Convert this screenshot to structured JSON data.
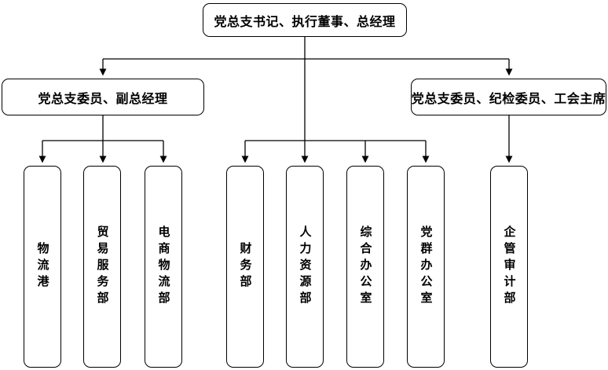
{
  "org_chart": {
    "root": {
      "label": "党总支书记、执行董事、总经理"
    },
    "managers": [
      {
        "id": "deputy-general-manager",
        "label": "党总支委员、副总经理"
      },
      {
        "id": "discipline-union-chairman",
        "label": "党总支委员、纪检委员、工会主席"
      }
    ],
    "departments": [
      {
        "id": "logistics-port",
        "label": "物流港",
        "parent": "deputy-general-manager"
      },
      {
        "id": "trade-service",
        "label": "贸易服务部",
        "parent": "deputy-general-manager"
      },
      {
        "id": "ecommerce-logistics",
        "label": "电商物流部",
        "parent": "deputy-general-manager"
      },
      {
        "id": "finance",
        "label": "财务部",
        "parent": "root"
      },
      {
        "id": "human-resources",
        "label": "人力资源部",
        "parent": "root"
      },
      {
        "id": "general-office",
        "label": "综合办公室",
        "parent": "root"
      },
      {
        "id": "party-masses-office",
        "label": "党群办公室",
        "parent": "root"
      },
      {
        "id": "audit",
        "label": "企管审计部",
        "parent": "discipline-union-chairman"
      }
    ]
  },
  "colors": {
    "background": "#ffffff",
    "box_fill": "#ffffff",
    "box_border": "#000000",
    "line": "#000000",
    "text": "#000000"
  }
}
